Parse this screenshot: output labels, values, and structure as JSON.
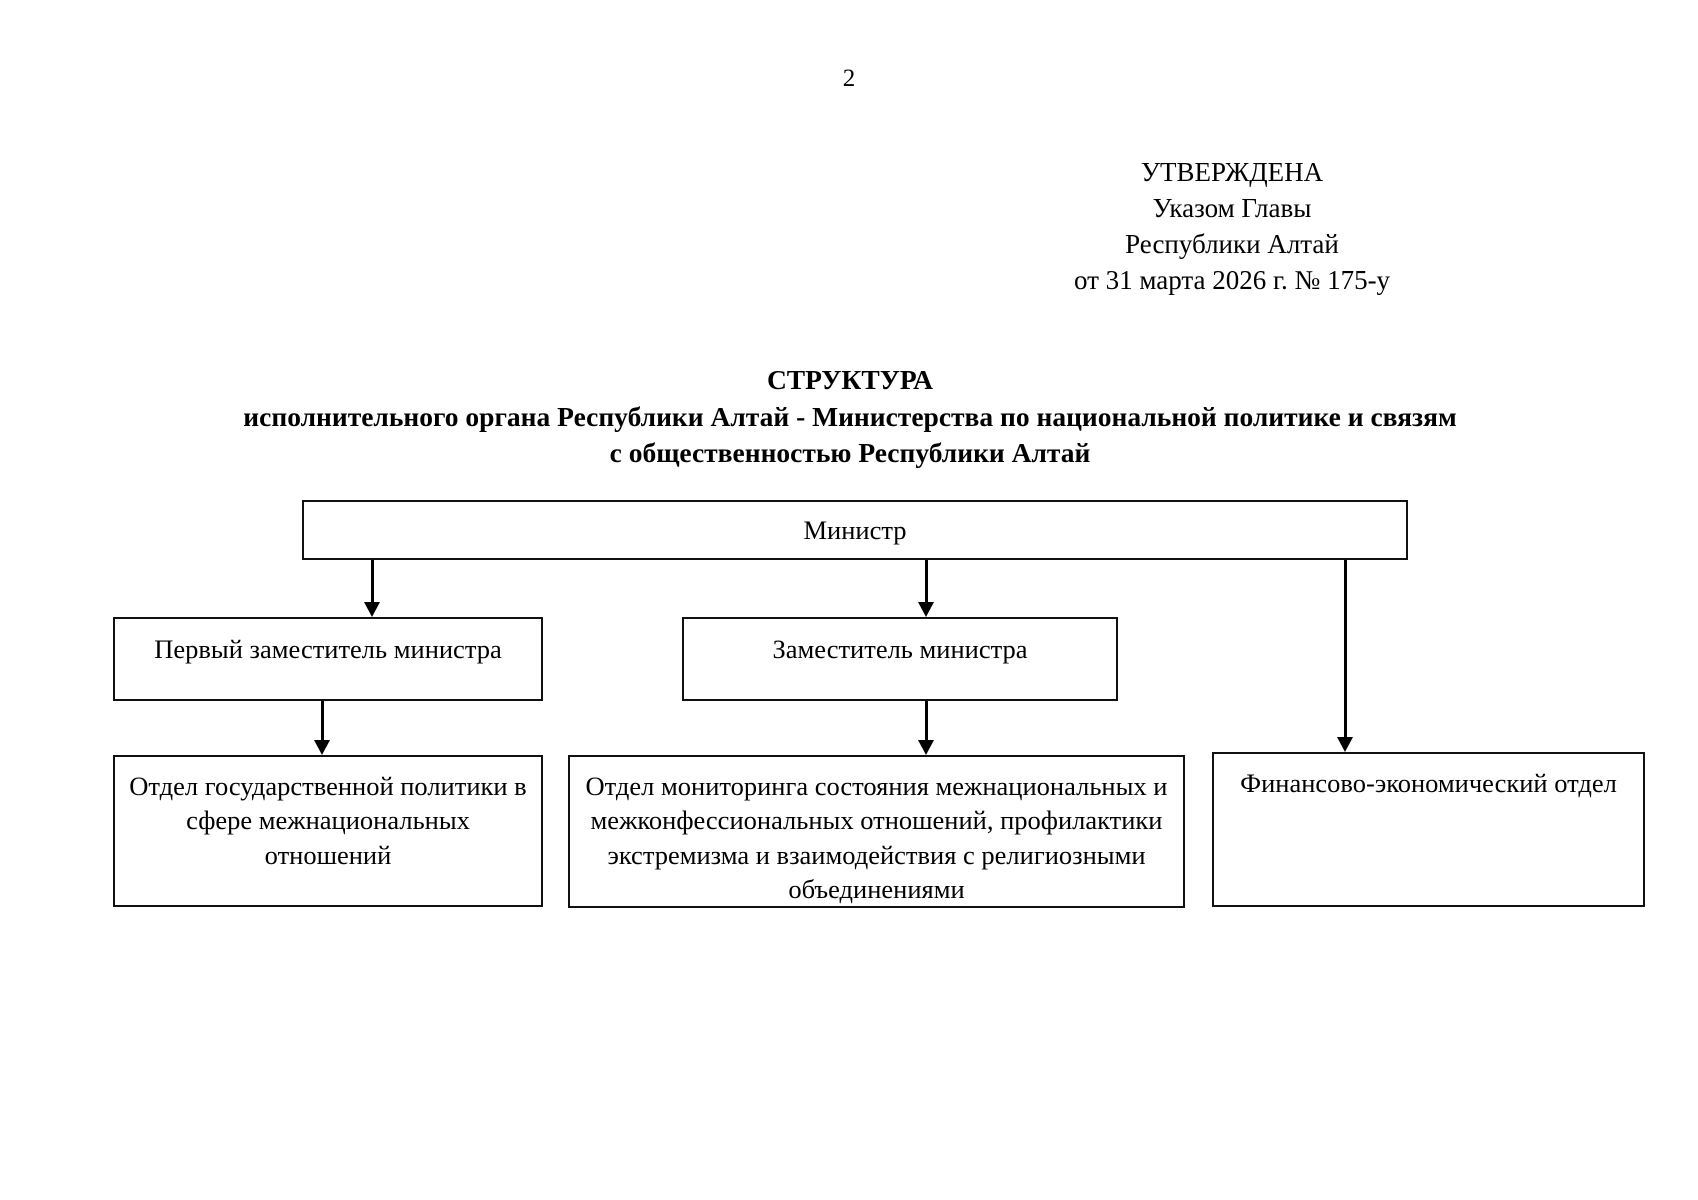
{
  "document": {
    "page_number": "2",
    "approval": {
      "lines": [
        "УТВЕРЖДЕНА",
        "Указом Главы",
        "Республики Алтай",
        "от 31 марта 2026 г. № 175-у"
      ]
    },
    "title": {
      "lines": [
        "СТРУКТУРА",
        "исполнительного органа Республики Алтай - Министерства по национальной политике и связям",
        "с общественностью Республики Алтай"
      ]
    }
  },
  "chart_data": {
    "type": "diagram",
    "title": "СТРУКТУРА исполнительного органа Республики Алтай - Министерства по национальной политике и связям с общественностью Республики Алтай",
    "nodes": [
      {
        "id": "minister",
        "label": "Министр",
        "level": 0
      },
      {
        "id": "first_deputy",
        "label": "Первый заместитель министра",
        "level": 1
      },
      {
        "id": "deputy",
        "label": "Заместитель министра",
        "level": 1
      },
      {
        "id": "dept_state_policy",
        "label": "Отдел государственной политики в сфере межнациональных отношений",
        "level": 2
      },
      {
        "id": "dept_monitoring",
        "label": "Отдел мониторинга состояния межнациональных и межконфессиональных отношений, профилактики экстремизма и взаимодействия с религиозными объединениями",
        "level": 2
      },
      {
        "id": "dept_finance",
        "label": "Финансово-экономический отдел",
        "level": 2
      }
    ],
    "edges": [
      {
        "from": "minister",
        "to": "first_deputy",
        "style": "arrow"
      },
      {
        "from": "minister",
        "to": "deputy",
        "style": "arrow"
      },
      {
        "from": "minister",
        "to": "dept_finance",
        "style": "arrow"
      },
      {
        "from": "first_deputy",
        "to": "dept_state_policy",
        "style": "arrow"
      },
      {
        "from": "deputy",
        "to": "dept_monitoring",
        "style": "arrow"
      }
    ],
    "colors": {
      "box_border": "#111111",
      "box_fill": "#ffffff",
      "connector": "#000000",
      "text": "#000000"
    }
  }
}
